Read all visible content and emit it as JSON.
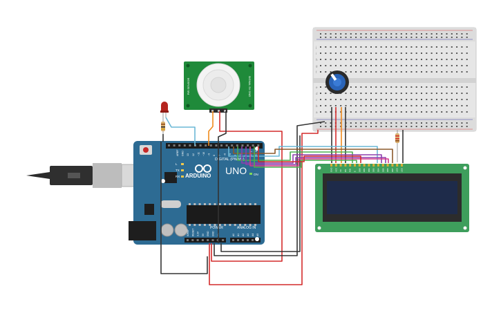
{
  "board": {
    "brand": "ARDUINO",
    "model": "UNO",
    "digital_label": "DIGITAL (PWM~)",
    "power_label": "POWER",
    "analog_label": "ANALOG IN",
    "on_label": "ON",
    "tx_label": "TX",
    "rx_label": "RX",
    "l_label": "L",
    "digital_pins": [
      "AREF",
      "GND",
      "13",
      "12",
      "~11",
      "~10",
      "~9",
      "8",
      "7",
      "~6",
      "~5",
      "4",
      "~3",
      "2",
      "TX 1",
      "RX 0"
    ],
    "power_pins": [
      "IOREF",
      "RESET",
      "3.3V",
      "5V",
      "GND",
      "GND",
      "Vin"
    ],
    "analog_pins": [
      "A0",
      "A1",
      "A2",
      "A3",
      "A4",
      "A5"
    ]
  },
  "pir_sensor": {
    "left_text": "PIR SENSOR",
    "right_text": "SIGNAL 5V GND"
  },
  "lcd": {
    "pin_labels": [
      "GND",
      "VCC",
      "V0",
      "RS",
      "RW",
      "E",
      "DB0",
      "DB1",
      "DB2",
      "DB3",
      "DB4",
      "DB5",
      "DB6",
      "DB7",
      "LED",
      "LED"
    ]
  },
  "breadboard": {
    "row_letters_top": [
      "j",
      "i",
      "h",
      "g",
      "f"
    ],
    "row_letters_bottom": [
      "e",
      "d",
      "c",
      "b",
      "a"
    ]
  },
  "colors": {
    "arduino_blue": "#2d6b93",
    "wire_red": "#d32a2a",
    "wire_black": "#333333",
    "wire_orange": "#f08a1c",
    "wire_green": "#4caf50",
    "wire_purple": "#8e3fae",
    "wire_brown": "#8b5a2b",
    "wire_cyan": "#6ab7d6",
    "lcd_pcb": "#3e9e5c",
    "lcd_screen": "#1e2b4a",
    "pir_pcb": "#1f8a3a",
    "led_red": "#b5251f"
  }
}
